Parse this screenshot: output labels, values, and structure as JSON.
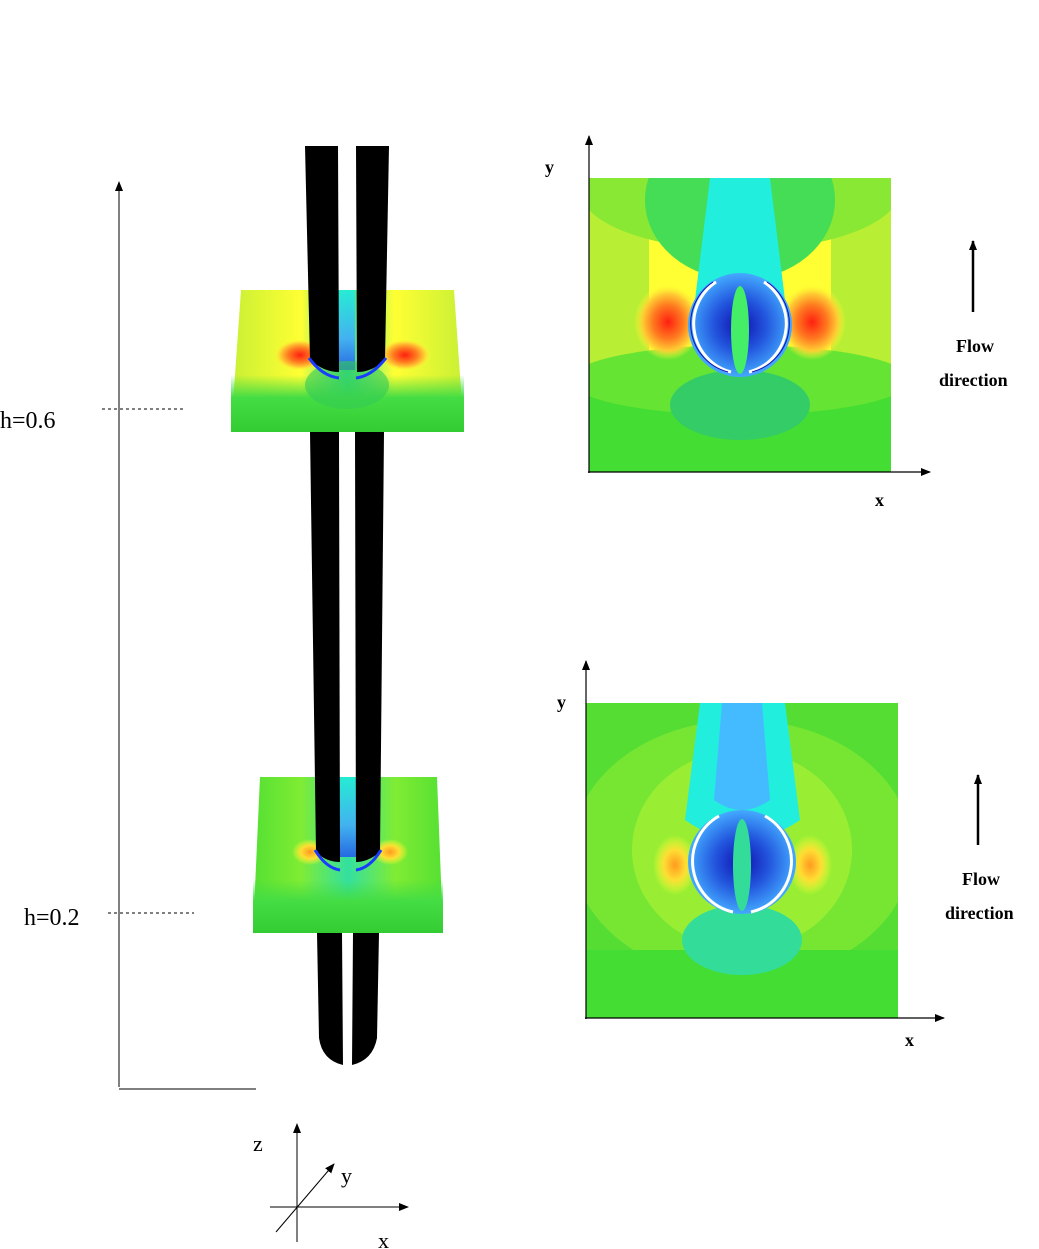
{
  "height_labels": {
    "upper": "h=0.6",
    "lower": "h=0.2"
  },
  "axes_3d": {
    "z": "z",
    "y": "y",
    "x": "x"
  },
  "top_panel": {
    "x_label": "x",
    "y_label": "y",
    "flow_line1": "Flow",
    "flow_line2": "direction"
  },
  "bottom_panel": {
    "x_label": "x",
    "y_label": "y",
    "flow_line1": "Flow",
    "flow_line2": "direction"
  },
  "colors": {
    "background_field": "#33dd33",
    "high_pressure": "#ff2a10",
    "mid_high": "#ffff33",
    "low_pressure": "#1010c0",
    "wake": "#22eedd",
    "cylinder": "#000000"
  }
}
